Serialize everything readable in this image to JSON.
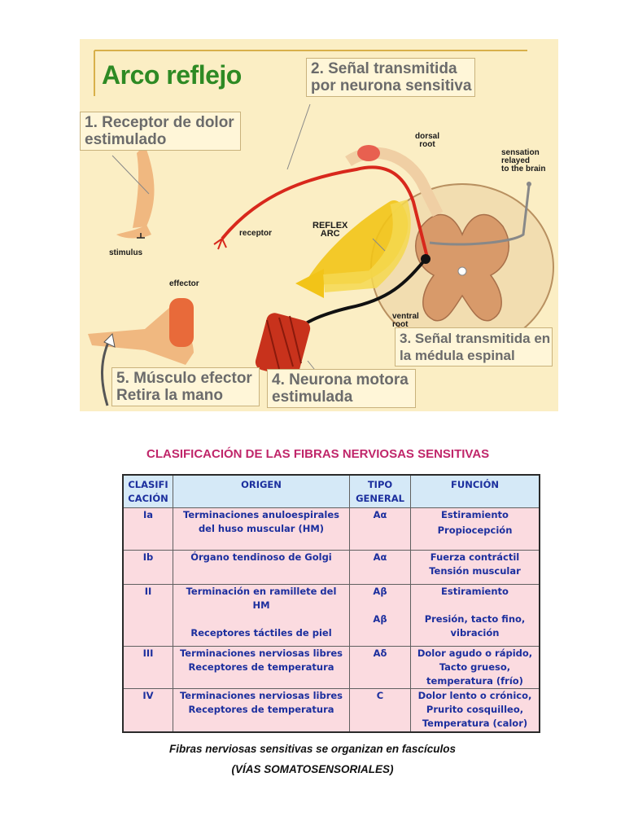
{
  "diagram": {
    "title": "Arco reflejo",
    "callouts": {
      "c1_line1": "1.  Receptor de dolor",
      "c1_line2": "estimulado",
      "c2_line1": "2.  Señal transmitida",
      "c2_line2": "por neurona sensitiva",
      "c3_line1": "3.   Señal transmitida en",
      "c3_line2": "la médula espinal",
      "c4_line1": "4.  Neurona motora",
      "c4_line2": "estimulada",
      "c5_line1": "5.  Músculo efector",
      "c5_line2": "Retira la mano"
    },
    "labels": {
      "dorsal": "dorsal",
      "root1": "root",
      "sensation1": "sensation",
      "sensation2": "relayed",
      "sensation3": "to the brain",
      "reflex1": "REFLEX",
      "reflex2": "ARC",
      "receptor": "receptor",
      "stimulus": "stimulus",
      "effector": "effector",
      "ventral": "ventral",
      "root2": "root"
    }
  },
  "table": {
    "title": "CLASIFICACIÓN DE LAS FIBRAS NERVIOSAS SENSITIVAS",
    "headers": [
      [
        "CLASIFI",
        "CACIÓN"
      ],
      [
        "ORIGEN"
      ],
      [
        "TIPO",
        "GENERAL"
      ],
      [
        "FUNCIÓN"
      ]
    ],
    "rows": [
      {
        "clase": "Ia",
        "origen": [
          "Terminaciones anuloespirales",
          "del huso muscular (HM)"
        ],
        "tipo": [
          "Aα"
        ],
        "funcion": [
          "Estiramiento",
          "Propiocepción"
        ]
      },
      {
        "clase": "Ib",
        "origen": [
          "Órgano tendinoso de Golgi"
        ],
        "tipo": [
          "Aα"
        ],
        "funcion": [
          "Fuerza contráctil",
          "Tensión muscular"
        ]
      },
      {
        "clase": "II",
        "origen": [
          "Terminación en ramillete del HM",
          "",
          "Receptores táctiles de piel"
        ],
        "tipo": [
          "Aβ",
          "",
          "Aβ"
        ],
        "funcion": [
          "Estiramiento",
          "",
          "Presión, tacto fino,",
          "vibración"
        ]
      },
      {
        "clase": "III",
        "origen": [
          "Terminaciones nerviosas libres",
          "Receptores de temperatura"
        ],
        "tipo": [
          "Aδ"
        ],
        "funcion": [
          "Dolor agudo o rápido,",
          "Tacto grueso,",
          "temperatura (frío)"
        ]
      },
      {
        "clase": "IV",
        "origen": [
          "Terminaciones nerviosas libres",
          "Receptores de temperatura"
        ],
        "tipo": [
          "C"
        ],
        "funcion": [
          "Dolor lento o crónico,",
          "Prurito cosquilleo,",
          "Temperatura (calor)"
        ]
      }
    ]
  },
  "caption": {
    "line1": "Fibras nerviosas sensitivas se organizan en fascículos",
    "line2": "(VÍAS SOMATOSENSORIALES)"
  },
  "colors": {
    "title_green": "#2e8a24",
    "table_title": "#c0266a",
    "table_text": "#1c2f9e",
    "header_bg": "#d5e9f7",
    "row_bg": "#fbdbe0",
    "diagram_bg": "#fbeec4"
  }
}
